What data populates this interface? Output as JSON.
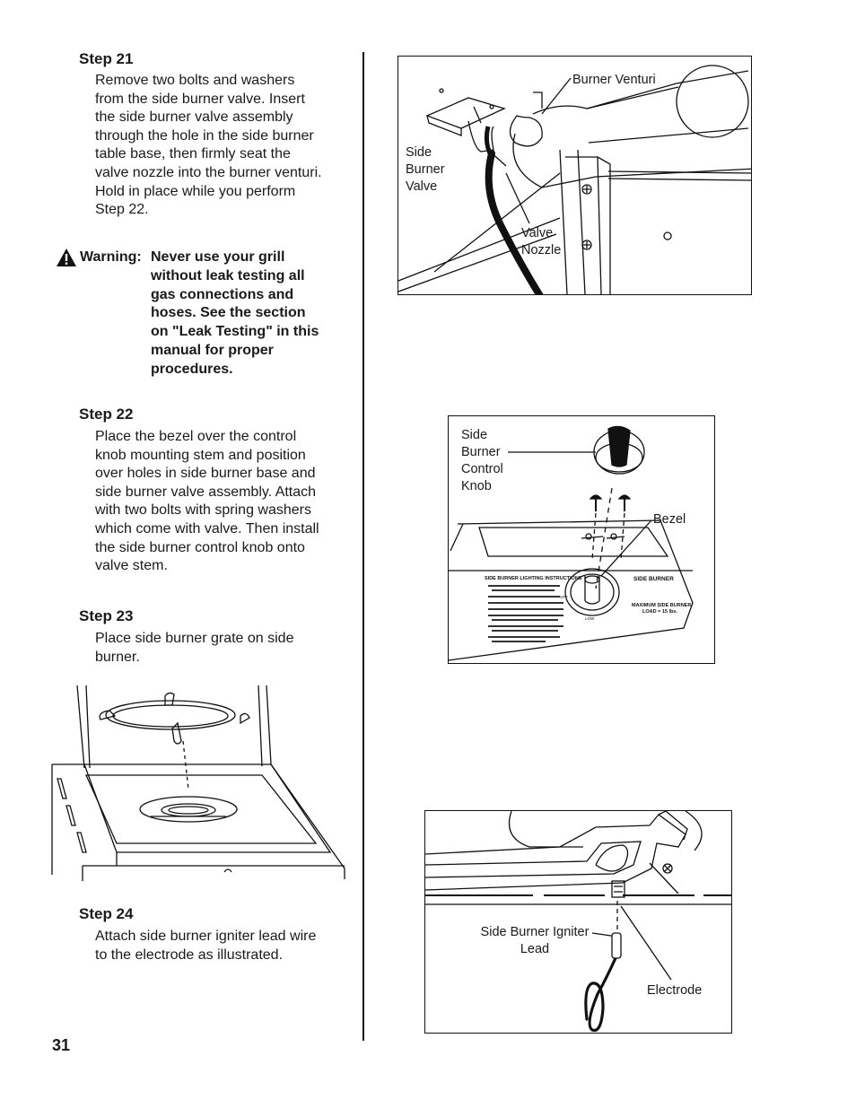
{
  "steps": {
    "s21": {
      "title": "Step 21",
      "lines": [
        "Remove two bolts and washers",
        "from the side burner valve. Insert",
        "the side burner valve assembly",
        "through the hole in the side burner",
        "table base, then firmly seat the",
        "valve nozzle into the burner venturi.",
        "Hold in place while you perform",
        "Step 22."
      ]
    },
    "warning": {
      "label": "Warning:",
      "lines": [
        "Never use your grill",
        "without leak testing all",
        "gas connections and",
        "hoses. See the section",
        "on \"Leak Testing\" in this",
        "manual for proper",
        "procedures."
      ]
    },
    "s22": {
      "title": "Step 22",
      "lines": [
        "Place the bezel over the control",
        "knob mounting stem and position",
        "over holes in side burner base and",
        "side burner valve assembly. Attach",
        "with two bolts with spring washers",
        "which come with valve. Then install",
        "the side burner control knob onto",
        "valve stem."
      ]
    },
    "s23": {
      "title": "Step 23",
      "lines": [
        "Place side burner grate on side",
        "burner."
      ]
    },
    "s24": {
      "title": "Step 24",
      "lines": [
        "Attach side burner igniter lead wire",
        "to the electrode as illustrated."
      ]
    }
  },
  "page_number": "31",
  "figures": {
    "fig1": {
      "burner_venturi": "Burner Venturi",
      "side_burner_valve": [
        "Side",
        "Burner",
        "Valve"
      ],
      "valve_nozzle": [
        "Valve",
        "Nozzle"
      ]
    },
    "fig2": {
      "control_knob": [
        "Side",
        "Burner",
        "Control",
        "Knob"
      ],
      "bezel": "Bezel",
      "panel_title": "SIDE BURNER",
      "panel_load": [
        "MAXIMUM SIDE BURNER",
        "LOAD = 15 lbs."
      ],
      "instructions_title": "SIDE BURNER LIGHTING INSTRUCTIONS",
      "knob_off": "OFF",
      "knob_low": "LOW"
    },
    "fig4": {
      "igniter_lead": [
        "Side Burner Igniter",
        "Lead"
      ],
      "electrode": "Electrode"
    }
  }
}
